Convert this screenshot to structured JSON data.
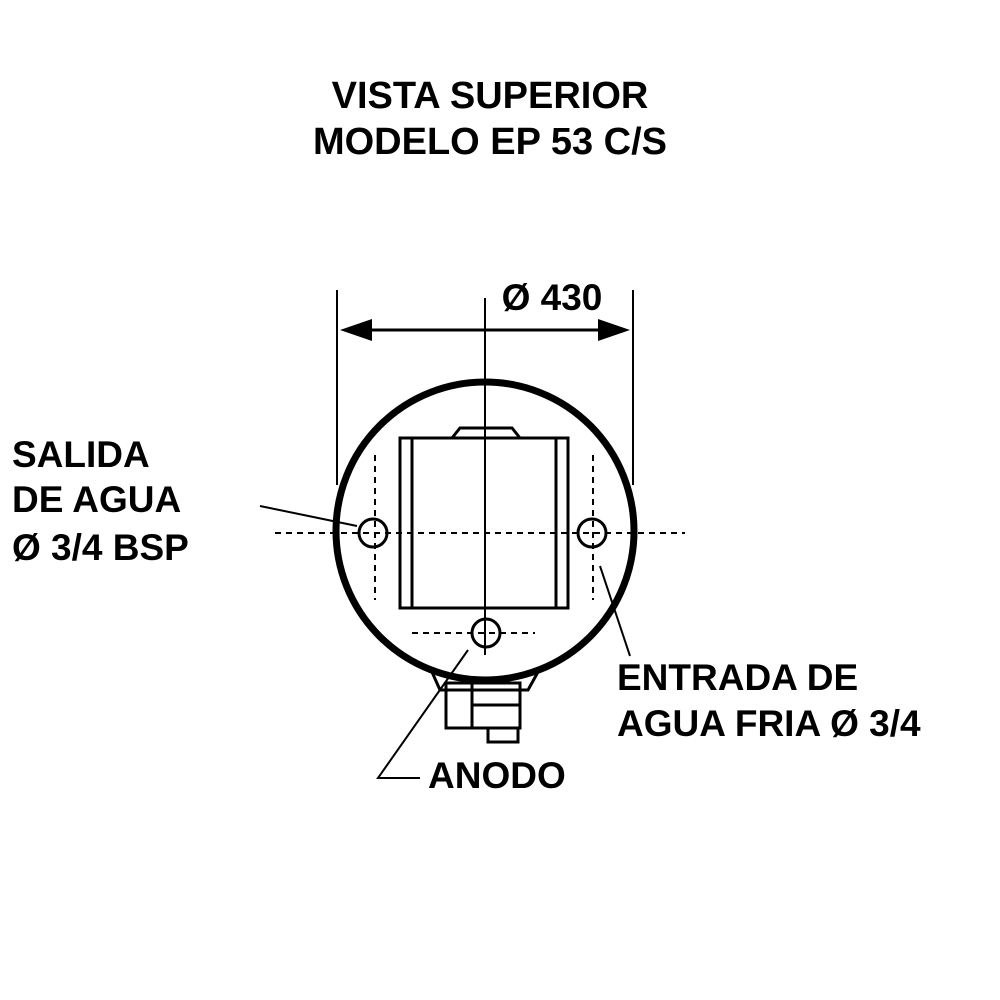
{
  "title": {
    "line1": "VISTA SUPERIOR",
    "line2": "MODELO EP 53 C/S"
  },
  "dimension": {
    "label": "Ø 430"
  },
  "labels": {
    "outlet": {
      "line1": "SALIDA",
      "line2": "DE AGUA",
      "line3": "Ø 3/4 BSP"
    },
    "inlet": {
      "line1": "ENTRADA DE",
      "line2": "AGUA FRIA Ø 3/4"
    },
    "anode": "ANODO"
  },
  "colors": {
    "ink": "#000000",
    "background": "#ffffff"
  }
}
